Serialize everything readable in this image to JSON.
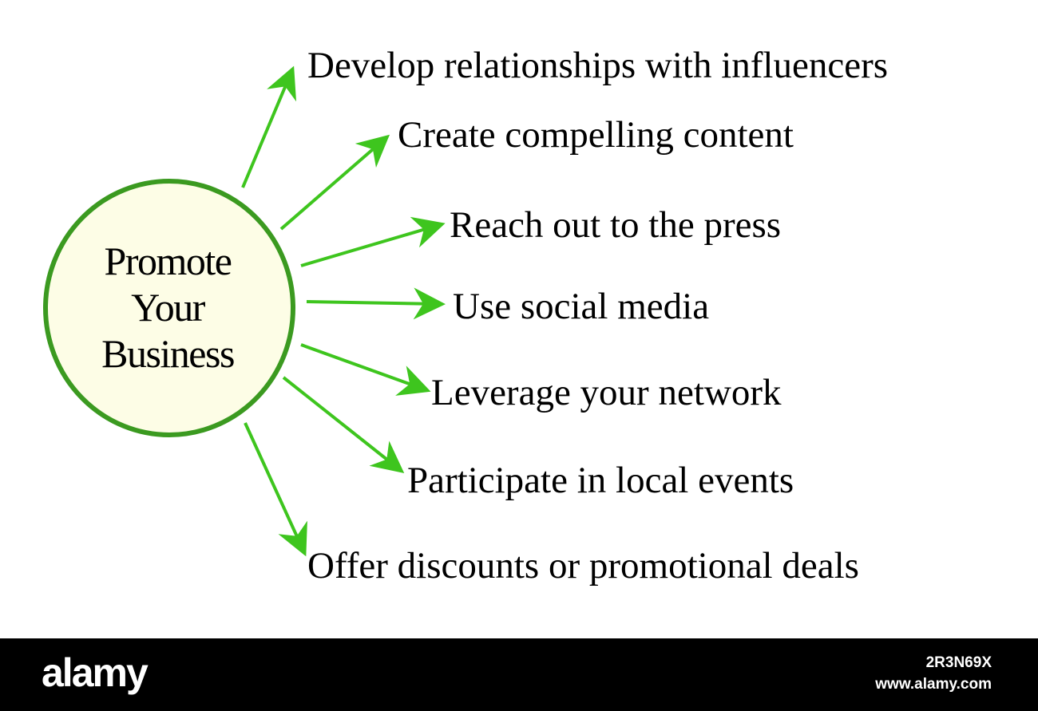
{
  "diagram": {
    "hub": {
      "lines": [
        "Promote",
        "Your",
        "Business"
      ]
    },
    "branches": [
      {
        "label": "Develop relationships with influencers"
      },
      {
        "label": "Create compelling content"
      },
      {
        "label": "Reach out to the press"
      },
      {
        "label": "Use social media"
      },
      {
        "label": "Leverage your network"
      },
      {
        "label": "Participate in local events"
      },
      {
        "label": "Offer discounts or promotional deals"
      }
    ],
    "colors": {
      "arrow": "#3ec51e",
      "hub_fill": "#fdfde6",
      "hub_stroke": "#3b9a20",
      "text": "#000000"
    }
  },
  "footer": {
    "logo": "alamy",
    "image_id": "2R3N69X",
    "url": "www.alamy.com"
  }
}
